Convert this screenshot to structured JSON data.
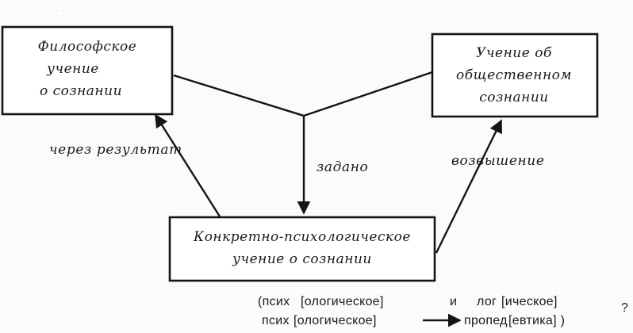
{
  "nodes": {
    "philosophical": {
      "lines": [
        "Философское",
        "учение",
        "о сознании"
      ]
    },
    "social": {
      "lines": [
        "Учение об",
        "общественном",
        "сознании"
      ]
    },
    "concrete": {
      "lines": [
        "Конкретно-психологическое",
        "учение о сознании"
      ]
    }
  },
  "edges": {
    "to_philosophical": "через результат",
    "to_concrete": "задано",
    "to_social": "возвышение"
  },
  "formula": {
    "line1_open": "(псих",
    "line1_bracket1": "[ологическое]",
    "line1_and": "и",
    "line1_log": "лог",
    "line1_bracket2": "[ическое]",
    "question": "?",
    "line2_psych": "псих",
    "line2_bracket1": "[ологическое]",
    "line2_arrow": "⟶",
    "line2_proped": "пропед",
    "line2_bracket2": "[евтика] )"
  }
}
